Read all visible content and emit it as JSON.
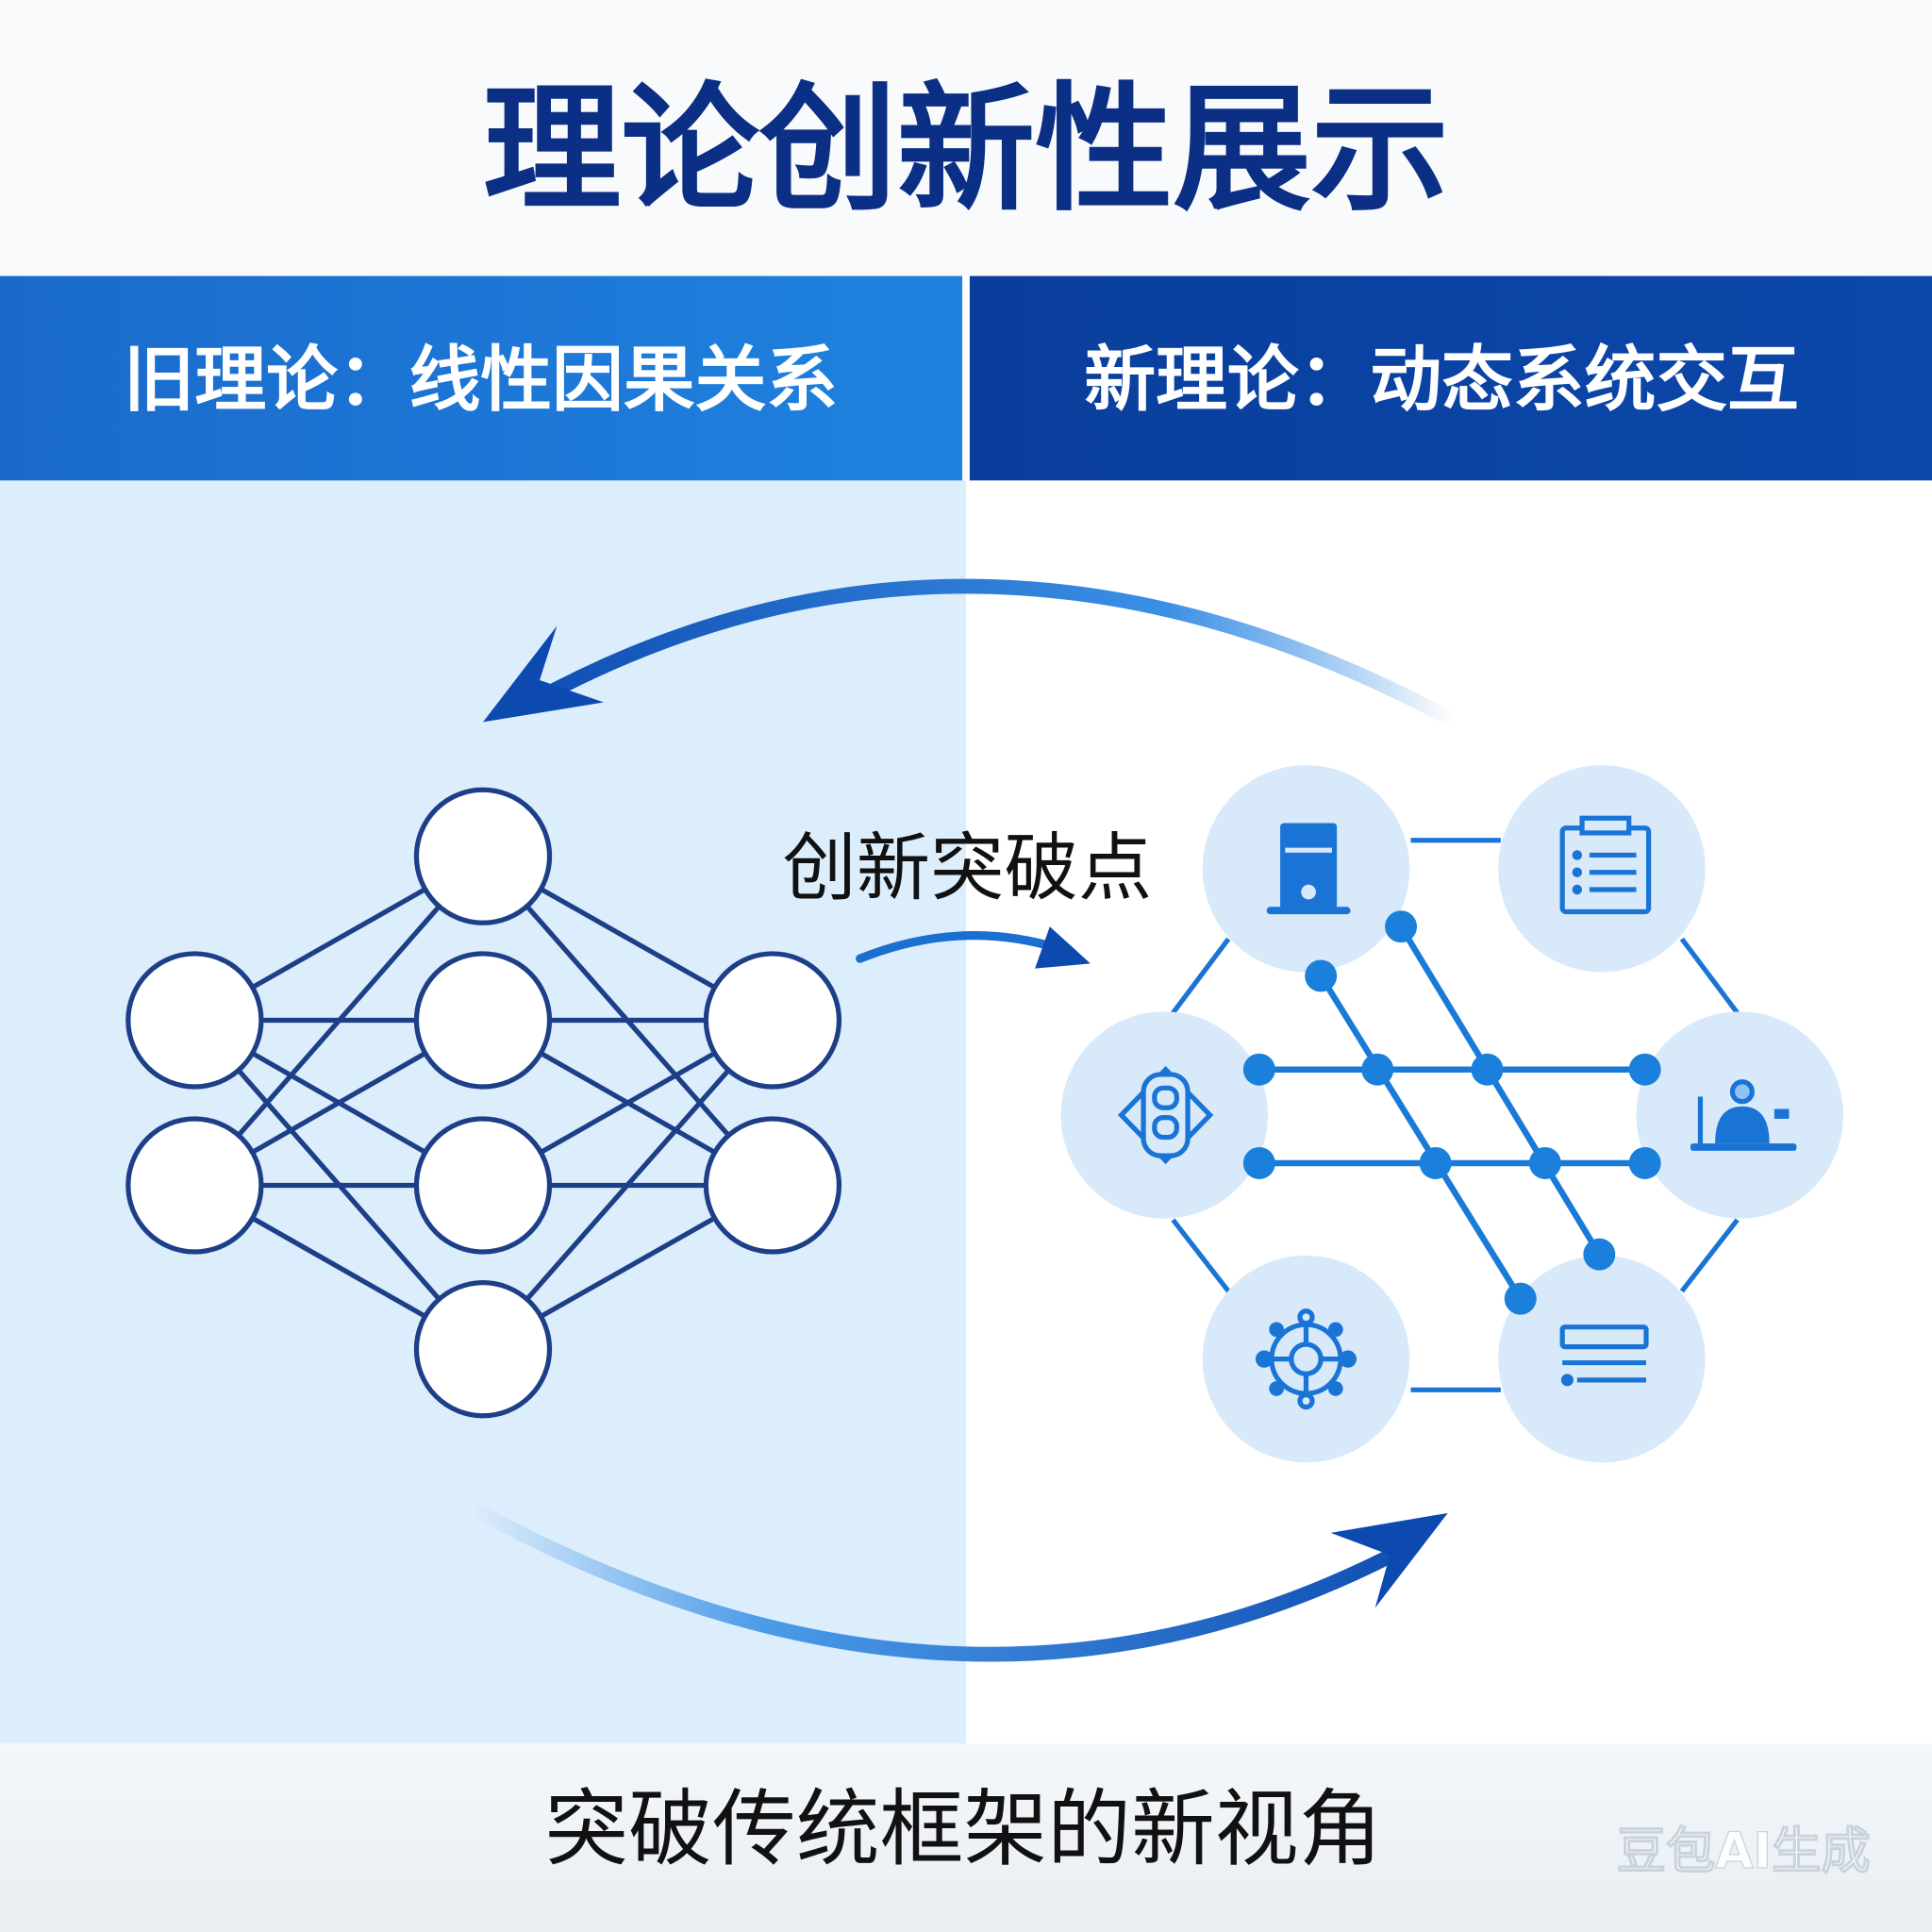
{
  "title": "理论创新性展示",
  "old_theory": {
    "label": "旧理论：线性因果关系"
  },
  "new_theory": {
    "label": "新理论：动态系统交互"
  },
  "breakthrough_label": "创新突破点",
  "footer": {
    "caption": "突破传统框架的新视角"
  },
  "watermark": "豆包AI生成",
  "colors": {
    "title": "#0c2f86",
    "old_header": "#1a74d6",
    "new_header": "#0a3f9c",
    "left_panel": "#dcedfb",
    "network_stroke": "#1d3f88",
    "accent": "#1a7ad8",
    "icon_circle": "#d8e9f9"
  },
  "system_nodes": [
    {
      "icon": "server-icon"
    },
    {
      "icon": "clipboard-icon"
    },
    {
      "icon": "module-icon"
    },
    {
      "icon": "user-desk-icon"
    },
    {
      "icon": "gear-network-icon"
    },
    {
      "icon": "list-icon"
    }
  ]
}
